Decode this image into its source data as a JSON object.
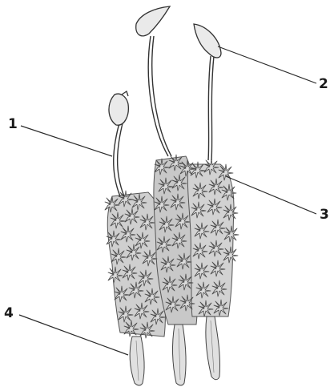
{
  "diagram": {
    "labels": [
      {
        "id": "1",
        "text": "1"
      },
      {
        "id": "2",
        "text": "2"
      },
      {
        "id": "3",
        "text": "3"
      },
      {
        "id": "4",
        "text": "4"
      }
    ],
    "colors": {
      "ink": "#2b2b2b",
      "leaf_fill": "#d9d9d9",
      "leaf_stroke": "#4a4a4a",
      "capsule_fill": "#e9e9e9",
      "background": "#ffffff"
    }
  }
}
